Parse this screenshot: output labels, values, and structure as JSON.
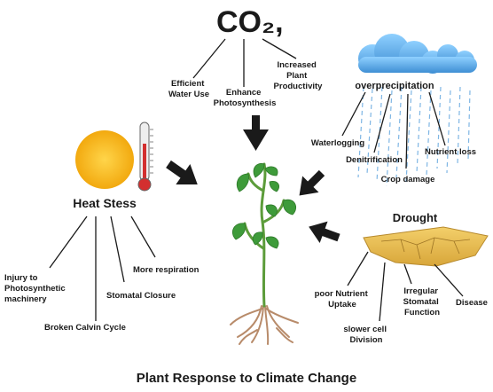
{
  "co2": {
    "title": "CO₂,",
    "effects": [
      "Efficient Water Use",
      "Enhance Photosynthesis",
      "Increased Plant Productivity"
    ]
  },
  "overprecipitation": {
    "title": "overprecipitation",
    "effects": [
      "Waterlogging",
      "Denitrification",
      "Nutrient loss",
      "Crop damage"
    ]
  },
  "heat_stress": {
    "title": "Heat Stess",
    "effects": [
      "Injury to Photosynthetic machinery",
      "Broken Calvin Cycle",
      "Stomatal Closure",
      "More respiration"
    ]
  },
  "drought": {
    "title": "Drought",
    "effects": [
      "poor Nutrient Uptake",
      "slower cell Division",
      "Irregular Stomatal Function",
      "Disease"
    ]
  },
  "footer": {
    "title": "Plant Response to Climate Change"
  },
  "colors": {
    "heat_title": "#7a1f1f",
    "rain_title": "#2b4f8f",
    "drought_title": "#6b4a1a",
    "footer_title": "#1f4d2b",
    "sun": "#f5b21a",
    "cloud": "#5aa9e6",
    "leaf": "#3e9b3a",
    "arrow": "#1a1a1a"
  }
}
